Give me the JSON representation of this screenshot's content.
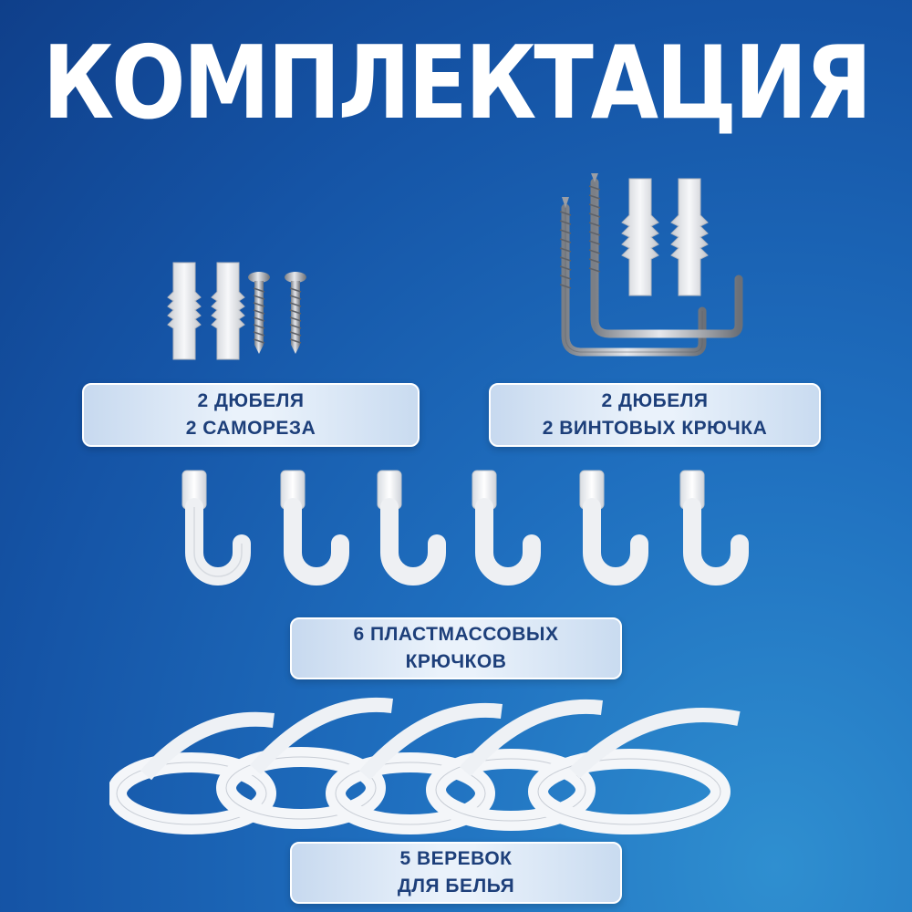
{
  "title": "КОМПЛЕКТАЦИЯ",
  "kits": [
    {
      "line1": "2 ДЮБЕЛЯ",
      "line2": "2 САМОРЕЗА",
      "icons": [
        "dowel-icon",
        "dowel-icon",
        "screw-icon",
        "screw-icon"
      ]
    },
    {
      "line1": "2 ДЮБЕЛЯ",
      "line2": "2 ВИНТОВЫХ КРЮЧКА",
      "icons": [
        "screw-hook-icon",
        "screw-hook-icon",
        "dowel-icon",
        "dowel-icon"
      ]
    },
    {
      "line1": "6 ПЛАСТМАССОВЫХ",
      "line2": "КРЮЧКОВ",
      "icons": [
        "plastic-hook-icon"
      ]
    },
    {
      "line1": "5 ВЕРЕВОК",
      "line2": "ДЛЯ БЕЛЬЯ",
      "icons": [
        "rope-coil-icon"
      ]
    }
  ],
  "colors": {
    "bg": "#1554a6",
    "label_text": "#1d3f7a",
    "title": "#ffffff"
  }
}
